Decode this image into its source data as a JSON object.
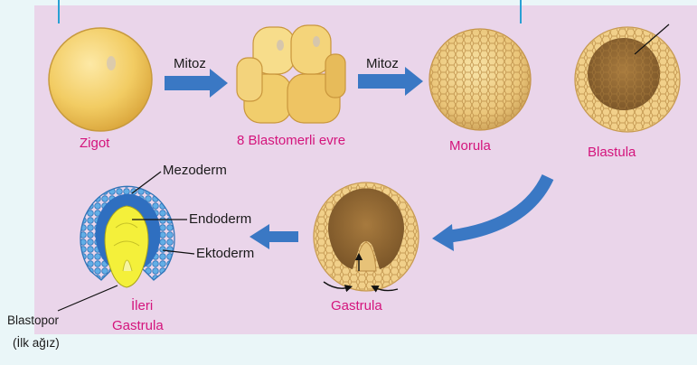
{
  "stages": {
    "zigot": "Zigot",
    "blastomer8": "8 Blastomerli evre",
    "morula": "Morula",
    "blastula": "Blastula",
    "gastrula": "Gastrula",
    "ileri_line1": "İleri",
    "ileri_line2": "Gastrula"
  },
  "arrows": {
    "mitoz1": "Mitoz",
    "mitoz2": "Mitoz"
  },
  "layers": {
    "mezoderm": "Mezoderm",
    "endoderm": "Endoderm",
    "ektoderm": "Ektoderm"
  },
  "blastopor": {
    "line1": "Blastopor",
    "line2": "(İlk ağız)"
  },
  "colors": {
    "panel": "#ead5ea",
    "background": "#eaf6f8",
    "stage_label": "#d4147c",
    "arrow": "#3a78c4",
    "cell_yellow": "#f2d06a",
    "ectoderm_blue": "#5aa5e0",
    "endoderm_yellow": "#f4f03a"
  }
}
